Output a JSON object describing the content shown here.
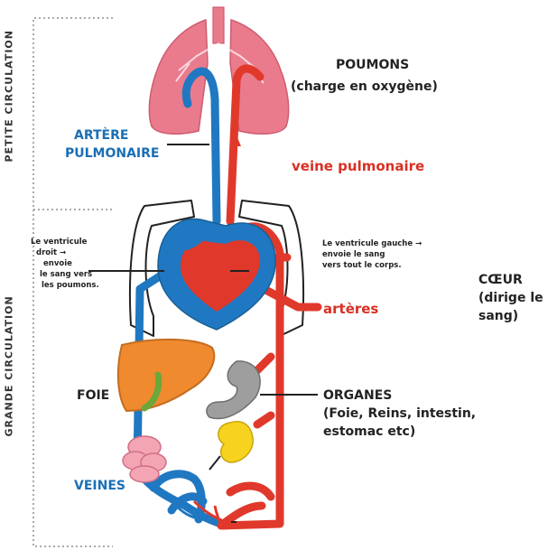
{
  "colors": {
    "blue_vessel": "#1f78c1",
    "red_vessel": "#e0392b",
    "lungs": "#e97b8c",
    "liver": "#ef8a2f",
    "organ_grey": "#9e9e9e",
    "kidney_yellow": "#f7d21e",
    "intestine_pink": "#f3a5b4",
    "label_blue": "#1a6fb5",
    "label_red": "#d93025"
  },
  "sidebar": {
    "top_label": "PETITE CIRCULATION",
    "bottom_label": "GRANDE CIRCULATION"
  },
  "labels": {
    "poumons_title": "POUMONS",
    "poumons_sub": "(charge en oxygène)",
    "artere_line1": "ARTÈRE",
    "artere_line2": "PULMONAIRE",
    "veine_pulmonaire": "veine pulmonaire",
    "ventricule_droit": [
      "Le ventricule",
      "droit →",
      "envoie",
      "le sang vers",
      "les poumons."
    ],
    "ventricule_gauche": [
      "Le ventricule gauche →",
      "envoie le sang",
      "vers tout le corps."
    ],
    "coeur": [
      "CŒUR",
      "(dirige le",
      "sang)"
    ],
    "arteres": "artères",
    "foie": "FOIE",
    "organes": [
      "ORGANES",
      "(Foie, Reins, intestin,",
      "estomac etc)"
    ],
    "veines": "VEINES"
  },
  "icons": [
    "lungs-icon",
    "heart-icon",
    "liver-icon",
    "stomach-icon",
    "kidney-icon",
    "intestine-icon",
    "capillaries-icon",
    "torso-outline-icon"
  ]
}
